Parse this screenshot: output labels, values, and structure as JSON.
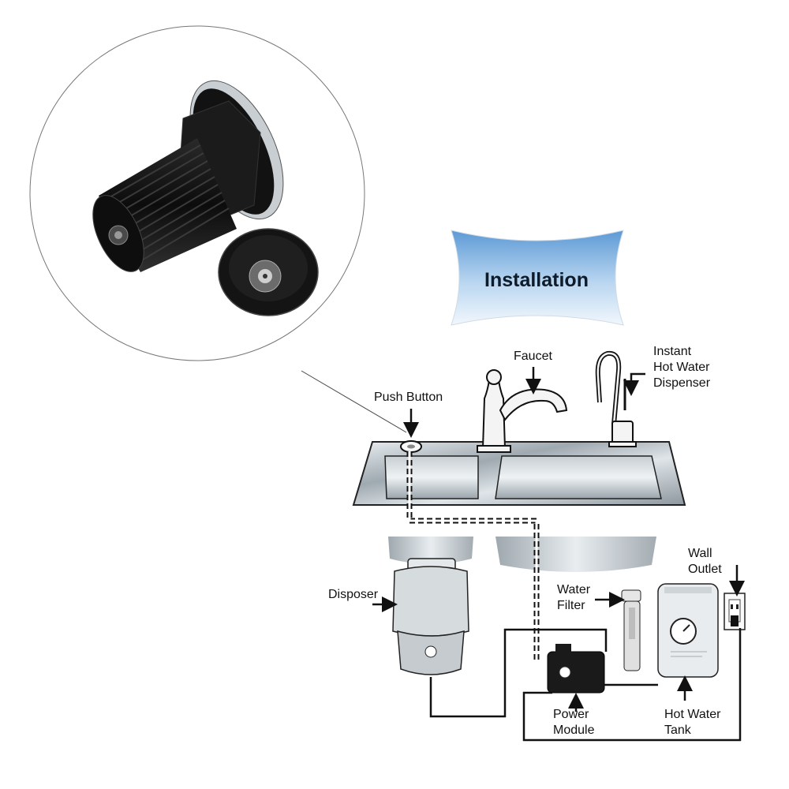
{
  "banner": {
    "title": "Installation"
  },
  "labels": {
    "push_button": "Push Button",
    "faucet": "Faucet",
    "dispenser": [
      "Instant",
      "Hot Water",
      "Dispenser"
    ],
    "wall_outlet": [
      "Wall",
      "Outlet"
    ],
    "disposer": "Disposer",
    "water_filter": [
      "Water",
      "Filter"
    ],
    "power_module": [
      "Power",
      "Module"
    ],
    "hot_water_tank": [
      "Hot Water",
      "Tank"
    ]
  },
  "colors": {
    "banner_top": "#6fa9e0",
    "banner_bottom": "#eaf3fb",
    "button_body": "#151515",
    "steel": "#b9c2c8",
    "line": "#111111"
  }
}
